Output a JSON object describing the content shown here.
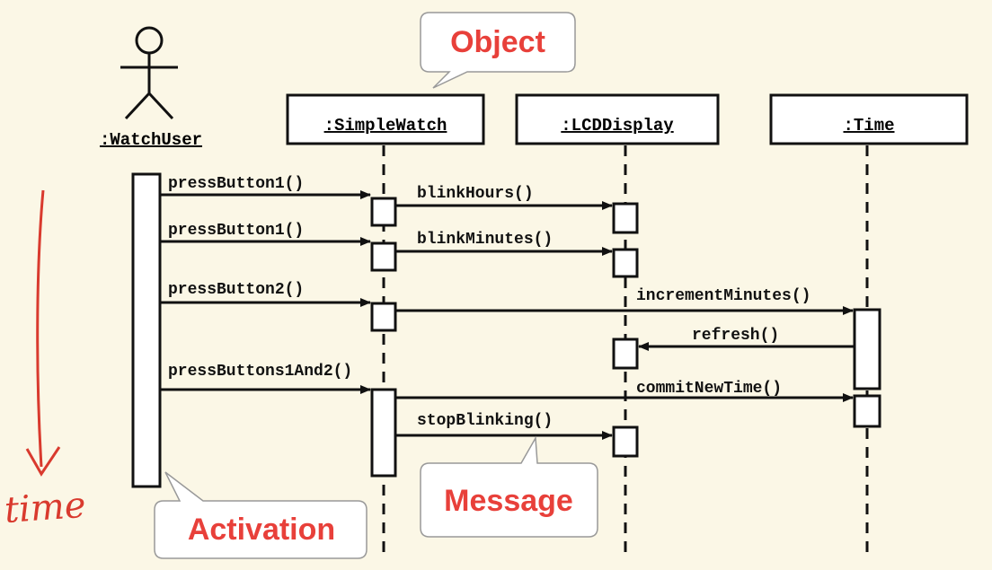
{
  "objects": {
    "actor": ":WatchUser",
    "simplewatch": ":SimpleWatch",
    "lcddisplay": ":LCDDisplay",
    "time": ":Time"
  },
  "messages": {
    "m1": "pressButton1()",
    "m2": "blinkHours()",
    "m3": "pressButton1()",
    "m4": "blinkMinutes()",
    "m5": "pressButton2()",
    "m6": "incrementMinutes()",
    "m7": "refresh()",
    "m8": "pressButtons1And2()",
    "m9": "commitNewTime()",
    "m10": "stopBlinking()"
  },
  "callouts": {
    "object": "Object",
    "message": "Message",
    "activation": "Activation"
  },
  "annotation": {
    "time": "time"
  },
  "colors": {
    "background": "#fbf7e6",
    "ink": "#111111",
    "callout_text": "#e8403a",
    "handwriting": "#d93a2e"
  }
}
